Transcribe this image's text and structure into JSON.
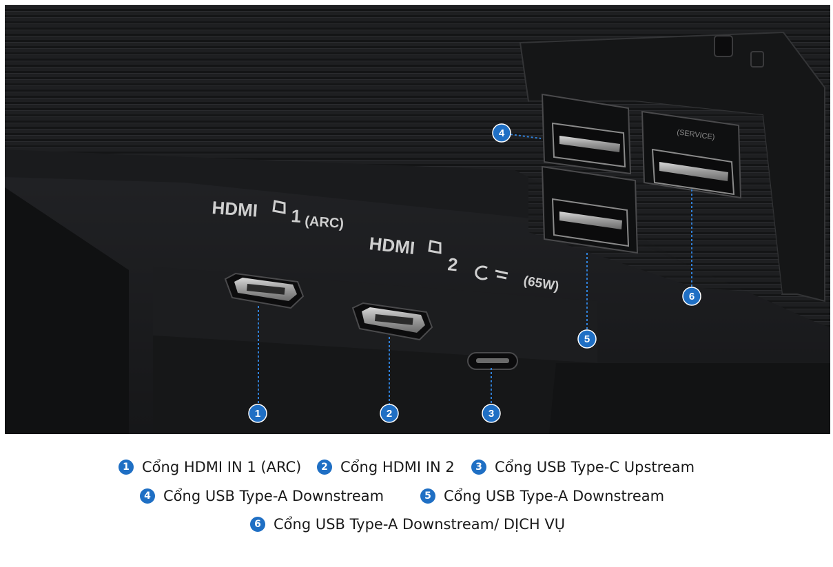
{
  "photo": {
    "port_labels": {
      "hdmi1": "HDMI",
      "hdmi1_num": "1",
      "hdmi1_suffix": "(ARC)",
      "hdmi2": "HDMI",
      "hdmi2_num": "2",
      "usbc_power": "(65W)",
      "service": "(SERVICE)"
    },
    "callouts": [
      "1",
      "2",
      "3",
      "4",
      "5",
      "6"
    ],
    "colors": {
      "callout": "#1f6fc4",
      "panel": "#1c1d1f",
      "line": "#2f7fd6"
    }
  },
  "legend": {
    "items": [
      {
        "num": "1",
        "text": "Cổng HDMI IN 1 (ARC)"
      },
      {
        "num": "2",
        "text": "Cổng HDMI IN 2"
      },
      {
        "num": "3",
        "text": "Cổng USB Type-C Upstream"
      },
      {
        "num": "4",
        "text": "Cổng USB Type-A Downstream"
      },
      {
        "num": "5",
        "text": "Cổng USB Type-A Downstream"
      },
      {
        "num": "6",
        "text": "Cổng USB Type-A Downstream/ DỊCH VỤ"
      }
    ]
  }
}
